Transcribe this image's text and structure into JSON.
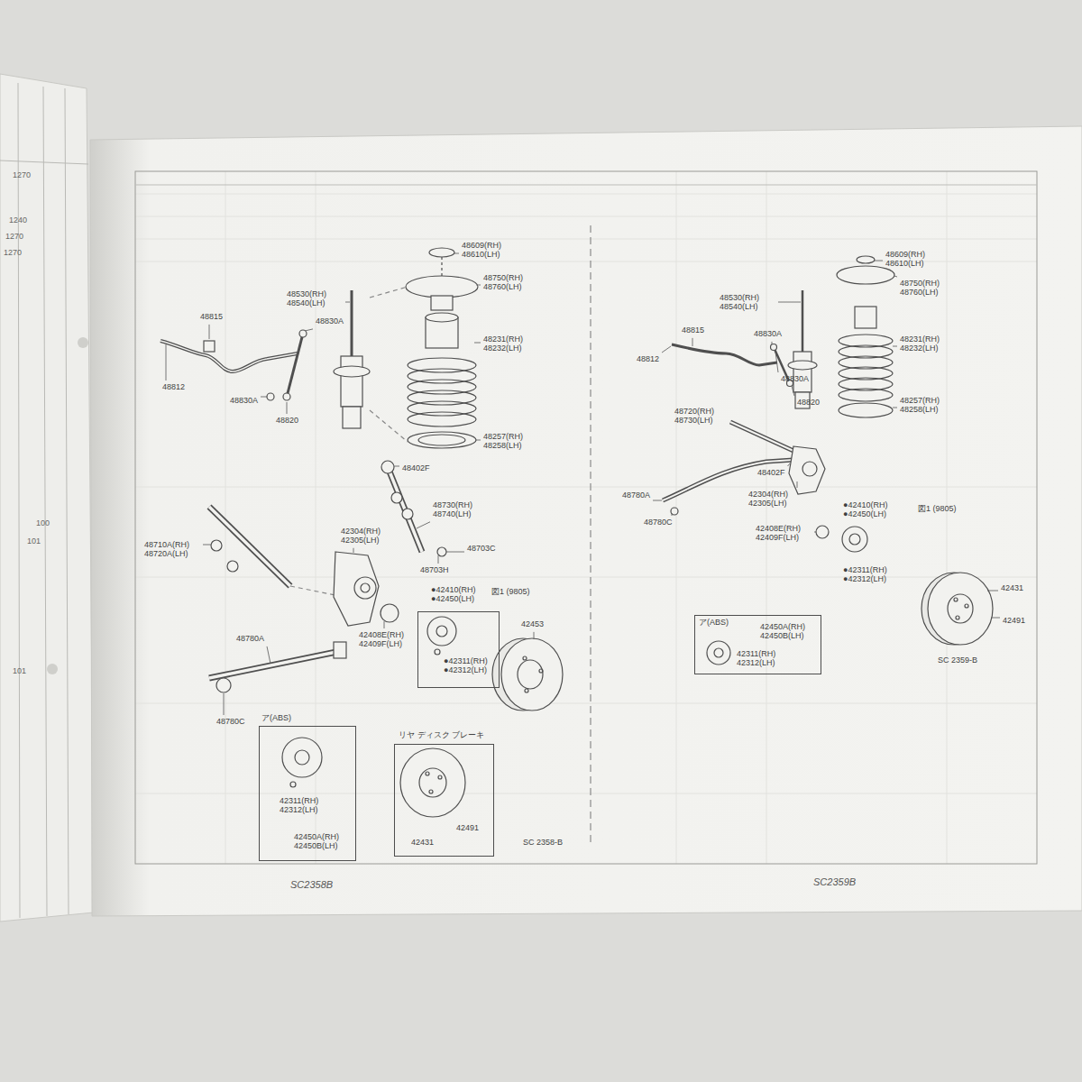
{
  "diagram": {
    "nodes": [
      {
        "text": [
          "●42311(RH) ●42312(LH)"
        ]
      },
      {
        "text": [
          "ア(ABS)",
          "42311(RH) 42312(LH)",
          "42450A(RH) 42450B(LH)"
        ]
      },
      {
        "text": [
          "リヤ ディスク ブレーキ",
          "42491",
          "42431"
        ]
      },
      {
        "text": [
          "ア(ABS)",
          "42450A(RH) 42450B(LH)",
          "42311(RH) 42312(LH)"
        ]
      }
    ],
    "labels": [
      "1270",
      "1240",
      "1270",
      "1270",
      "100",
      "101",
      "101",
      "48609(RH) 48610(LH)",
      "48750(RH) 48760(LH)",
      "48530(RH) 48540(LH)",
      "48830A",
      "48815",
      "48812",
      "48830A",
      "48820",
      "48231(RH) 48232(LH)",
      "48257(RH) 48258(LH)",
      "48402F",
      "48730(RH) 48740(LH)",
      "42304(RH) 42305(LH)",
      "48710A(RH) 48720A(LH)",
      "48703C",
      "48703H",
      "●42410(RH) ●42450(LH)",
      "図1 (9805)",
      "42408E(RH) 42409F(LH)",
      "42453",
      "48780A",
      "48780C",
      "SC 2358-B",
      "SC2358B",
      "48609(RH) 48610(LH)",
      "48750(RH) 48760(LH)",
      "48530(RH) 48540(LH)",
      "48815",
      "48830A",
      "48812",
      "48231(RH) 48232(LH)",
      "48257(RH) 48258(LH)",
      "48720(RH) 48730(LH)",
      "48830A",
      "48820",
      "48402F",
      "42304(RH) 42305(LH)",
      "48780A",
      "48780C",
      "●42410(RH) ●42450(LH)",
      "図1 (9805)",
      "42408E(RH) 42409F(LH)",
      "●42311(RH) ●42312(LH)",
      "42431",
      "42491",
      "SC 2359-B",
      "SC2359B"
    ]
  }
}
